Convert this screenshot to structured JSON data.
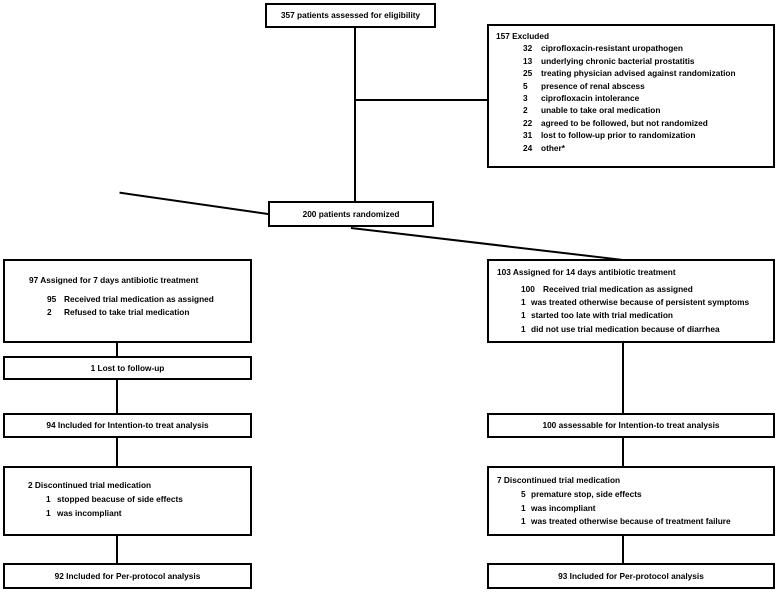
{
  "diagram": {
    "type": "CONSORT patient flow diagram",
    "enrollment": {
      "assessed": "357 patients assessed for eligibility",
      "excluded_header": "157 Excluded",
      "excluded_reasons": [
        {
          "n": "32",
          "reason": "ciprofloxacin-resistant uropathogen"
        },
        {
          "n": "13",
          "reason": "underlying chronic bacterial prostatitis"
        },
        {
          "n": "25",
          "reason": "treating physician advised against randomization"
        },
        {
          "n": "5",
          "reason": "presence of renal abscess"
        },
        {
          "n": "3",
          "reason": "ciprofloxacin intolerance"
        },
        {
          "n": "2",
          "reason": "unable to take oral medication"
        },
        {
          "n": "22",
          "reason": "agreed to be followed, but not randomized"
        },
        {
          "n": "31",
          "reason": "lost to follow-up prior to randomization"
        },
        {
          "n": "24",
          "reason": "other*"
        }
      ],
      "randomized": "200 patients randomized"
    },
    "arm_left": {
      "allocation_header": "97 Assigned for 7 days antibiotic treatment",
      "allocation_details": [
        {
          "n": "95",
          "text": "Received trial medication as assigned"
        },
        {
          "n": "2",
          "text": "Refused to take trial medication"
        }
      ],
      "followup": "1 Lost to follow-up",
      "itt": "94 Included for Intention-to treat analysis",
      "discontinued_header": "2 Discontinued trial medication",
      "discontinued_details": [
        {
          "n": "1",
          "text": "stopped beacuse of side effects"
        },
        {
          "n": "1",
          "text": "was incompliant"
        }
      ],
      "per_protocol": "92 Included for Per-protocol analysis"
    },
    "arm_right": {
      "allocation_header": "103 Assigned for 14 days antibiotic treatment",
      "allocation_details": [
        {
          "n": "100",
          "text": "Received trial medication as assigned"
        },
        {
          "n": "1",
          "text": "was treated otherwise because of persistent symptoms"
        },
        {
          "n": "1",
          "text": "started too late with trial medication"
        },
        {
          "n": "1",
          "text": "did not use trial medication because of diarrhea"
        }
      ],
      "itt": "100 assessable for Intention-to treat analysis",
      "discontinued_header": "7 Discontinued trial medication",
      "discontinued_details": [
        {
          "n": "5",
          "text": "premature stop, side effects"
        },
        {
          "n": "1",
          "text": "was incompliant"
        },
        {
          "n": "1",
          "text": "was treated otherwise because of treatment failure"
        }
      ],
      "per_protocol": "93 Included for Per-protocol analysis"
    },
    "colors": {
      "stroke": "#000000",
      "background": "#ffffff",
      "text": "#000000"
    }
  }
}
